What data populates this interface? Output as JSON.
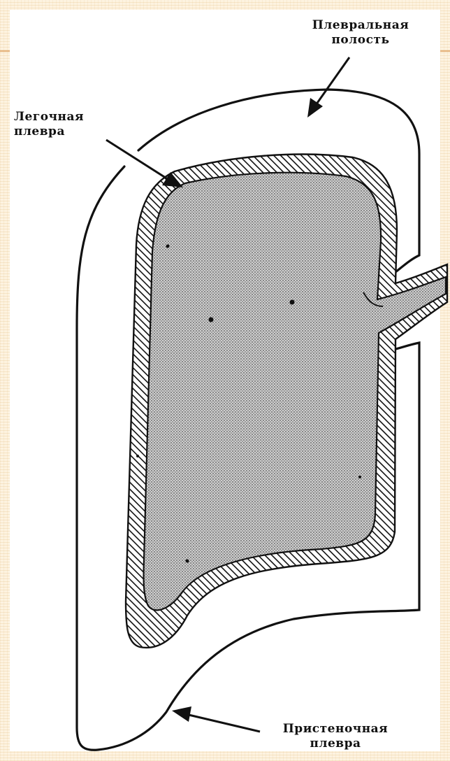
{
  "diagram": {
    "labels": {
      "pleural_cavity": {
        "line1": "Плевральная",
        "line2": "полость"
      },
      "visceral_pleura": {
        "line1": "Легочная",
        "line2": "плевра"
      },
      "parietal_pleura": {
        "line1": "Пристеночная",
        "line2": "плевра"
      }
    },
    "colors": {
      "background": "#fdf3e0",
      "accent_rule": "#e5b27a",
      "ink": "#111111",
      "card": "#ffffff"
    }
  }
}
